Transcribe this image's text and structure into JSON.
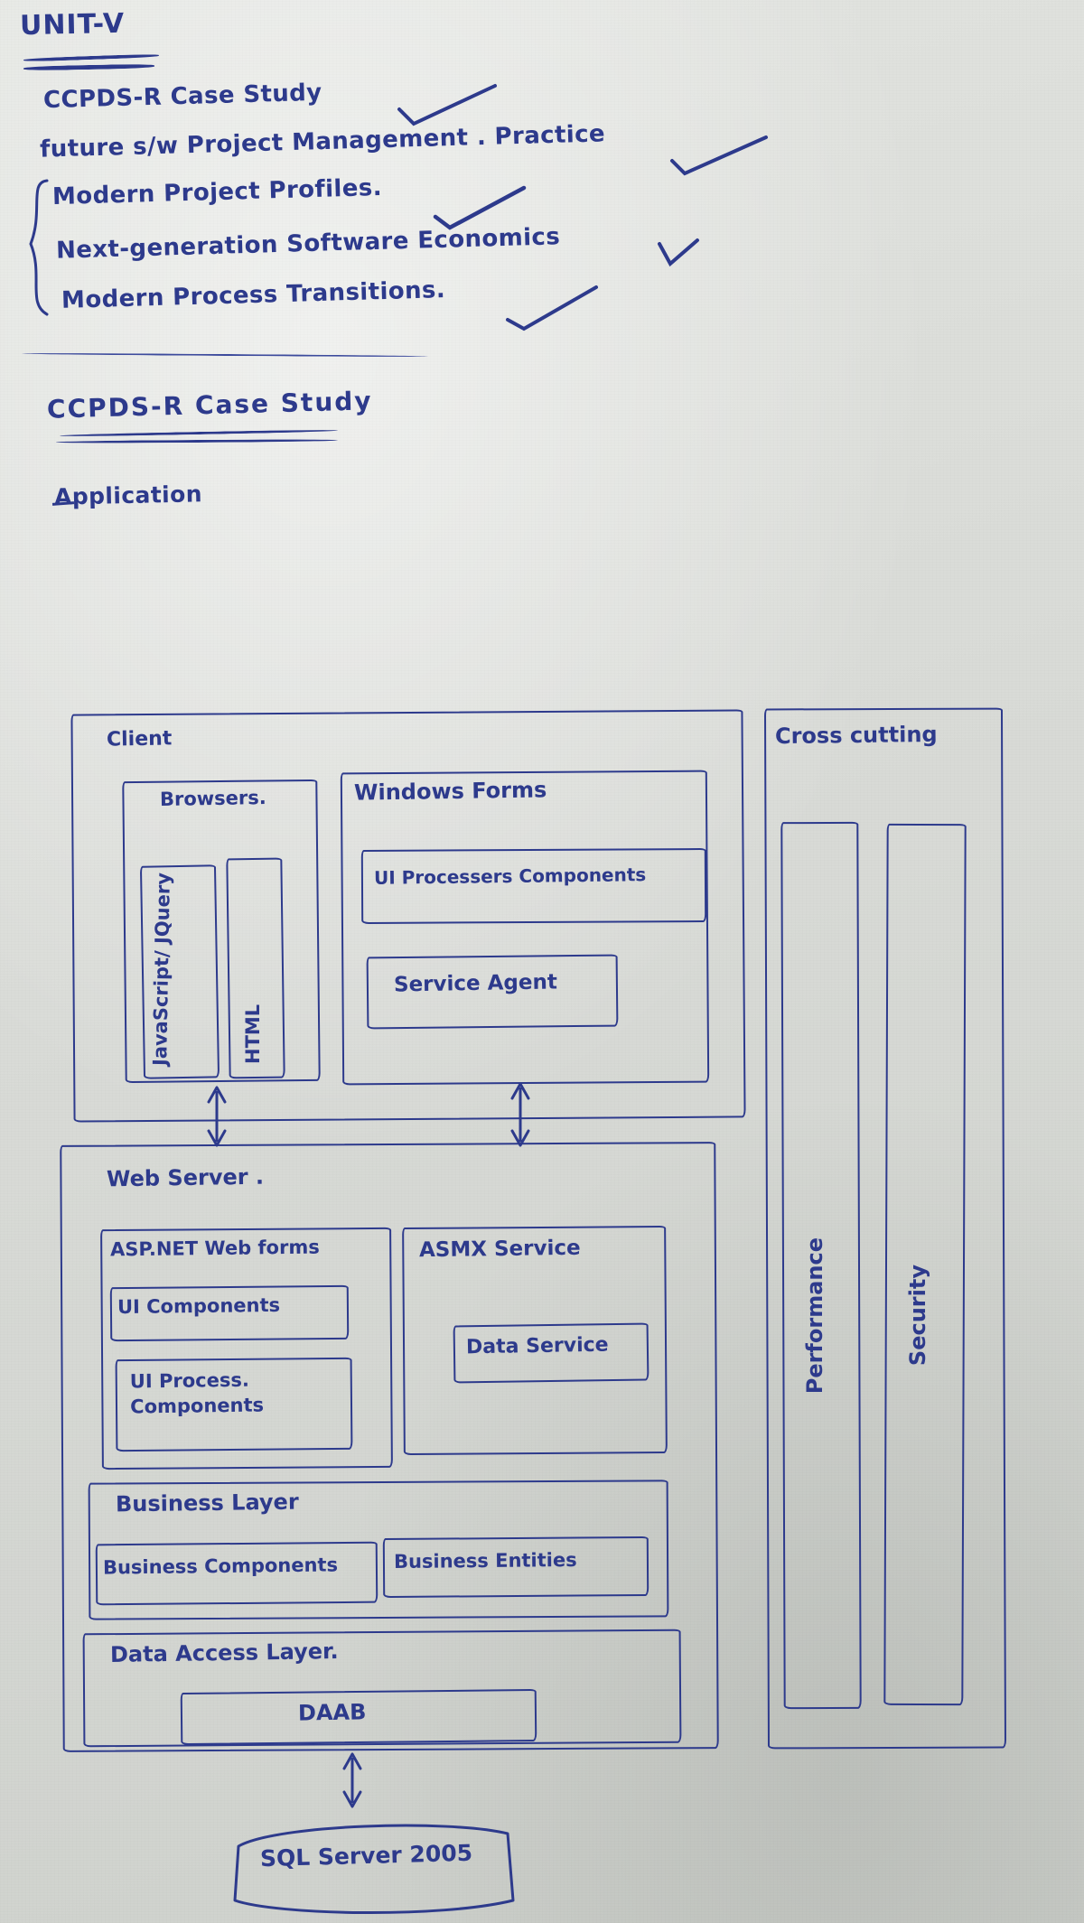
{
  "page": {
    "unit_title": "UNIT-V",
    "ink_color": "#2d3a8c",
    "paper_color": "#d8dad6"
  },
  "topics": [
    {
      "label": "CCPDS-R Case Study",
      "checked": true
    },
    {
      "label": "future s/w Project Management . Practice",
      "checked": true
    },
    {
      "label": "Modern Project Profiles.",
      "checked": true
    },
    {
      "label": "Next-generation Software Economics",
      "checked": true
    },
    {
      "label": "Modern Process Transitions.",
      "checked": true
    }
  ],
  "section": {
    "title": "CCPDS-R  Case Study",
    "diagram_label": "Application"
  },
  "diagram": {
    "client": {
      "label": "Client",
      "browsers": {
        "label": "Browsers.",
        "items": [
          {
            "label": "JavaScript/ JQuery"
          },
          {
            "label": "HTML"
          }
        ]
      },
      "windows_forms": {
        "label": "Windows Forms",
        "items": [
          {
            "label": "UI Processers Components"
          },
          {
            "label": "Service Agent"
          }
        ]
      }
    },
    "web_server": {
      "label": "Web Server .",
      "aspnet": {
        "label": "ASP.NET Web forms",
        "items": [
          {
            "label": "UI Components"
          },
          {
            "label": "UI Process. Components"
          }
        ]
      },
      "asmx": {
        "label": "ASMX Service",
        "items": [
          {
            "label": "Data Service"
          }
        ]
      },
      "business_layer": {
        "label": "Business Layer",
        "items": [
          {
            "label": "Business Components"
          },
          {
            "label": "Business Entities"
          }
        ]
      },
      "data_access_layer": {
        "label": "Data Access Layer.",
        "items": [
          {
            "label": "DAAB"
          }
        ]
      }
    },
    "cross_cutting": {
      "label": "Cross cutting",
      "columns": [
        {
          "label": "Performance"
        },
        {
          "label": "Security"
        }
      ]
    },
    "database": {
      "label": "SQL Server 2005"
    }
  }
}
